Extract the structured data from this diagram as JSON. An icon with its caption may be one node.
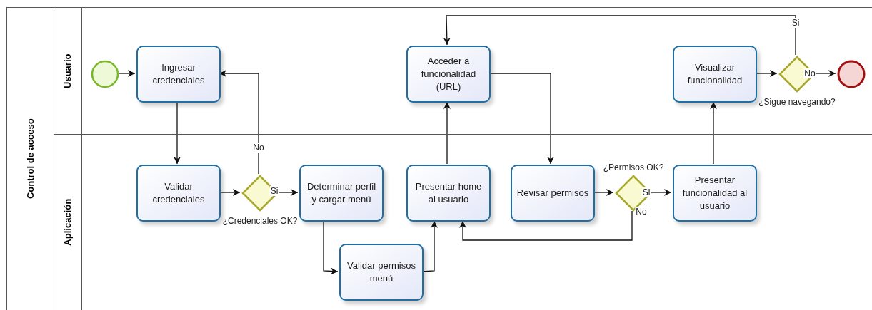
{
  "diagram": {
    "nodes": [
      {
        "text": [
          "Control de acceso"
        ]
      },
      {
        "text": [
          "Usuario"
        ],
        "in": 0
      },
      {
        "text": [
          "Aplicación"
        ],
        "in": 0
      },
      {
        "text": [],
        "shape": "circle",
        "in": 1
      },
      {
        "text": [
          "Ingresar credenciales"
        ],
        "in": 1
      },
      {
        "text": [
          "Acceder a funcionalidad (URL)"
        ],
        "in": 1
      },
      {
        "text": [
          "Visualizar funcionalidad"
        ],
        "in": 1
      },
      {
        "text": [],
        "shape": "diamond",
        "in": 1,
        "beside": [
          "¿Sigue navegando?"
        ]
      },
      {
        "text": [],
        "shape": "circle",
        "in": 1
      },
      {
        "text": [
          "Validar credenciales"
        ],
        "in": 2
      },
      {
        "text": [],
        "shape": "diamond",
        "in": 2,
        "beside": [
          "¿Credenciales OK?"
        ]
      },
      {
        "text": [
          "Determinar perfil y cargar menú"
        ],
        "in": 2
      },
      {
        "text": [
          "Validar permisos menú"
        ],
        "in": 2
      },
      {
        "text": [
          "Presentar home al usuario"
        ],
        "in": 2
      },
      {
        "text": [
          "Revisar permisos"
        ],
        "in": 2
      },
      {
        "text": [],
        "shape": "diamond",
        "in": 2,
        "beside": [
          "¿Permisos OK?"
        ]
      },
      {
        "text": [
          "Presentar funcionalidad al usuario"
        ],
        "in": 2
      }
    ],
    "edges": [
      {
        "from": 3,
        "to": 4,
        "arrow": "to"
      },
      {
        "from": 4,
        "to": 9,
        "arrow": "to"
      },
      {
        "from": 9,
        "to": 10,
        "arrow": "to"
      },
      {
        "from": 10,
        "to": 11,
        "arrow": "to",
        "label": "Si"
      },
      {
        "from": 10,
        "to": 4,
        "arrow": "to",
        "label": "No"
      },
      {
        "from": 11,
        "to": 12,
        "arrow": "to"
      },
      {
        "from": 12,
        "to": 13,
        "arrow": "to"
      },
      {
        "from": 13,
        "to": 5,
        "arrow": "to"
      },
      {
        "from": 5,
        "to": 14,
        "arrow": "to"
      },
      {
        "from": 14,
        "to": 15,
        "arrow": "to"
      },
      {
        "from": 15,
        "to": 16,
        "arrow": "to",
        "label": "Si"
      },
      {
        "from": 15,
        "to": 13,
        "arrow": "to",
        "label": "No"
      },
      {
        "from": 16,
        "to": 6,
        "arrow": "to"
      },
      {
        "from": 6,
        "to": 7,
        "arrow": "to"
      },
      {
        "from": 7,
        "to": 8,
        "arrow": "to",
        "label": "No"
      },
      {
        "from": 7,
        "to": 5,
        "arrow": "to",
        "label": "Si"
      }
    ]
  }
}
